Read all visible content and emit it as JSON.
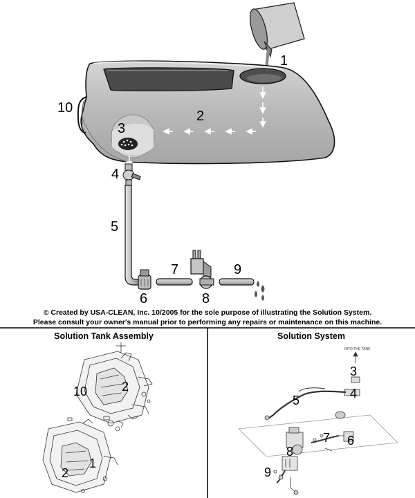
{
  "callouts": {
    "c1": "1",
    "c2": "2",
    "c3": "3",
    "c4": "4",
    "c5": "5",
    "c6": "6",
    "c7": "7",
    "c8": "8",
    "c9": "9",
    "c10": "10"
  },
  "copyright": {
    "line1": "© Created by USA-CLEAN, Inc. 10/2005 for the sole purpose of illustrating the Solution System.",
    "line2": "Please consult your owner's manual prior to performing any repairs or maintenance on this machine."
  },
  "panels": {
    "left": {
      "title": "Solution Tank Assembly",
      "callouts": {
        "c10": "10",
        "c2a": "2",
        "c2b": "2",
        "c1": "1"
      }
    },
    "right": {
      "title": "Solution System",
      "into_tank": "INTO THE TANK",
      "callouts": {
        "c3": "3",
        "c4": "4",
        "c5": "5",
        "c7": "7",
        "c6": "6",
        "c8": "8",
        "c9": "9"
      }
    }
  },
  "colors": {
    "tank_fill": "#b9b9b9",
    "tank_dark": "#8c8c8c",
    "tank_light": "#d9d9d9",
    "arrow": "#ffffff",
    "water": "#555555"
  }
}
